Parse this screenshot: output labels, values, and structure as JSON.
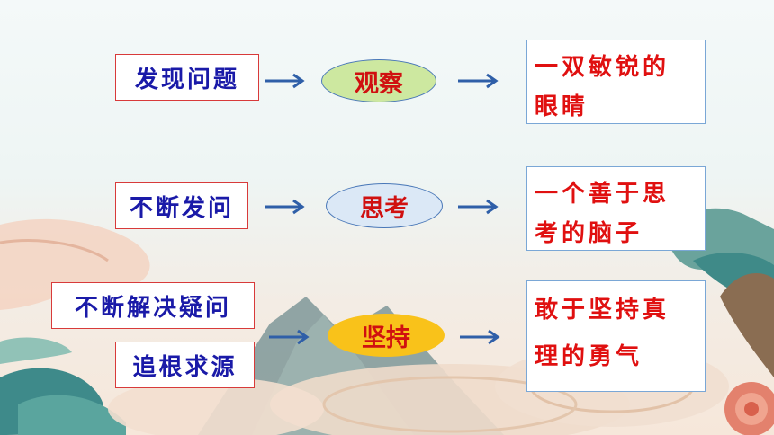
{
  "rows": [
    {
      "causes": [
        "发现问题"
      ],
      "method": "观察",
      "result": [
        "一双敏锐的",
        "眼睛"
      ]
    },
    {
      "causes": [
        "不断发问"
      ],
      "method": "思考",
      "result": [
        "一个善于思",
        "考的脑子"
      ]
    },
    {
      "causes": [
        "不断解决疑问",
        "追根求源"
      ],
      "method": "坚持",
      "result": [
        "敢于坚持真",
        "理的勇气"
      ]
    }
  ],
  "colors": {
    "cause_text": "#1a1aa8",
    "result_text": "#e01010",
    "oval_observe": "#cde8a0",
    "oval_think": "#dbe8f6",
    "oval_persist": "#f9c21a",
    "arrow": "#2f5fa8"
  }
}
